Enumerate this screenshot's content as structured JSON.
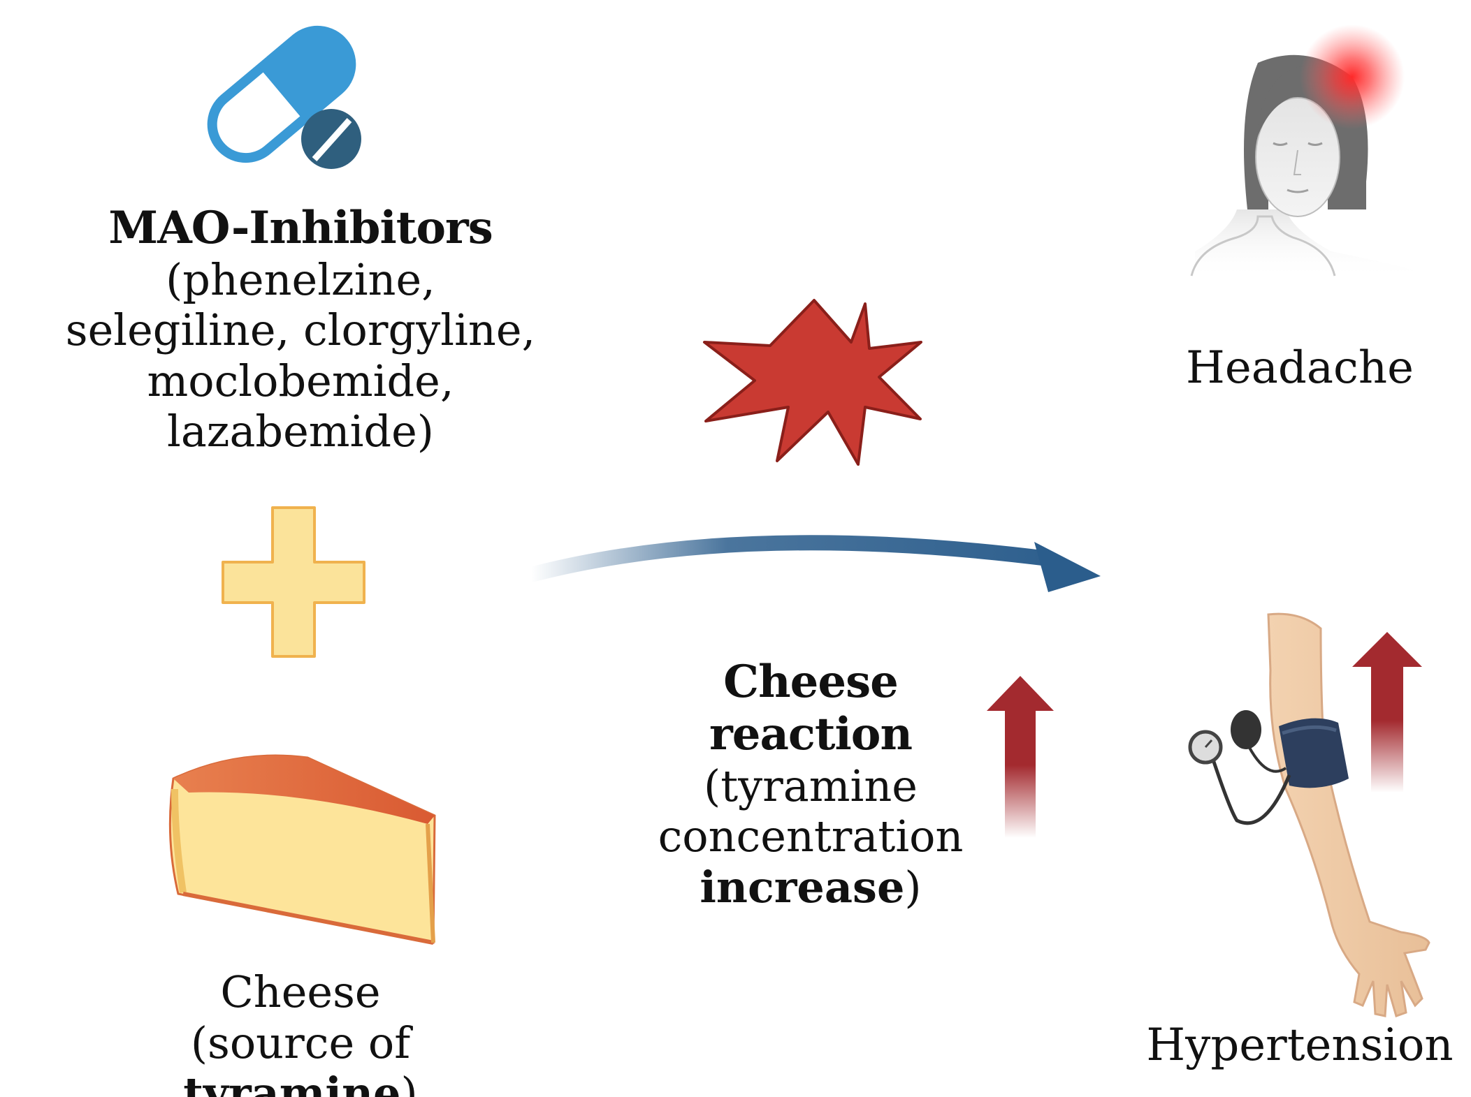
{
  "mao": {
    "title": "MAO-Inhibitors",
    "line1": "(phenelzine,",
    "line2": "selegiline, clorgyline,",
    "line3": "moclobemide, lazabemide)"
  },
  "cheese": {
    "name": "Cheese",
    "source_prefix": "(source of ",
    "source_bold": "tyramine",
    "source_suffix": ")"
  },
  "reaction": {
    "title": "Cheese reaction",
    "line1": "(tyramine",
    "line2": "concentration",
    "line3_bold": "increase",
    "line3_suffix": ")"
  },
  "headache": {
    "label": "Headache"
  },
  "hypertension": {
    "label": "Hypertension"
  },
  "colors": {
    "pill_blue": "#3a9ad6",
    "tablet_dark": "#2f5f7e",
    "plus_fill": "#fbe39a",
    "plus_stroke": "#f0b24e",
    "burst_fill": "#c93a32",
    "burst_stroke": "#8a1f1a",
    "flow_arrow": "#2b5d8c",
    "up_arrow": "#a32a2f",
    "cheese_rind": "#dd6a3d",
    "cheese_body": "#fde49a"
  },
  "icons": [
    "capsule-icon",
    "tablet-icon",
    "plus-icon",
    "explosion-icon",
    "flow-arrow-icon",
    "up-arrow-icon",
    "cheese-icon",
    "head-icon",
    "pain-glow-icon",
    "arm-icon",
    "blood-pressure-cuff-icon"
  ]
}
